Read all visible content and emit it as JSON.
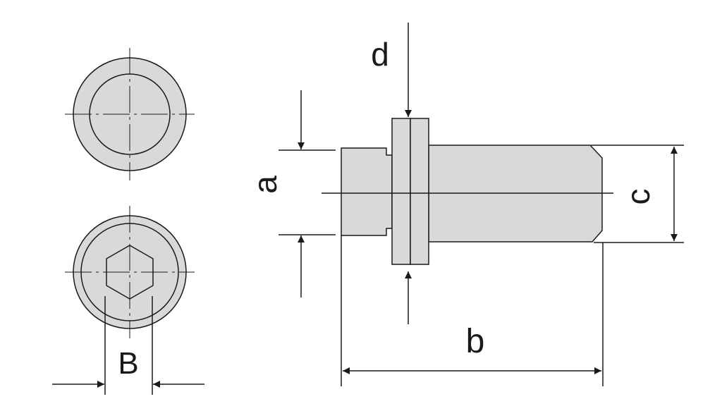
{
  "labels": {
    "d": "d",
    "a": "a",
    "c": "c",
    "b": "b",
    "B": "B"
  },
  "colors": {
    "part_fill": "#d9d9d9",
    "stroke": "#1a1a1a",
    "background": "#ffffff"
  }
}
